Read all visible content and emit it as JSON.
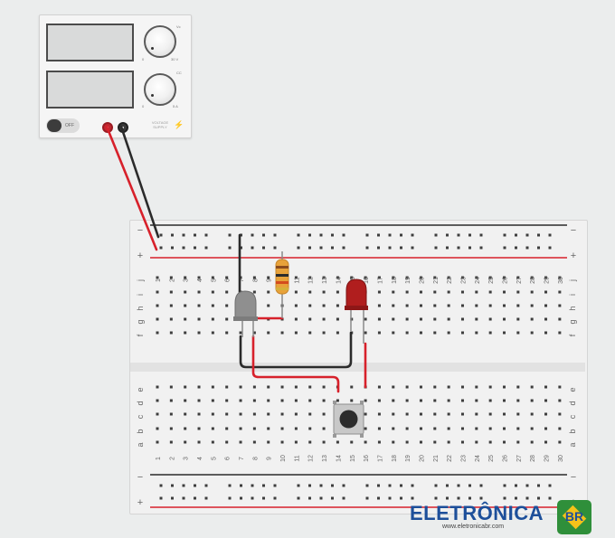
{
  "power_supply": {
    "voltage_label": "Vc",
    "current_label": "CC",
    "voltage_min": "0",
    "voltage_max": "30 V",
    "current_min": "0",
    "current_max": "5 A",
    "switch_label": "OFF",
    "brand_label": "VOLTAGE SUPPLY",
    "power_state": "off"
  },
  "breadboard": {
    "rail_minus": "−",
    "rail_plus": "+",
    "column_numbers": [
      "1",
      "2",
      "3",
      "4",
      "5",
      "6",
      "7",
      "8",
      "9",
      "10",
      "11",
      "12",
      "13",
      "14",
      "15",
      "16",
      "17",
      "18",
      "19",
      "20",
      "21",
      "22",
      "23",
      "24",
      "25",
      "26",
      "27",
      "28",
      "29",
      "30"
    ],
    "top_row_letters": [
      "j",
      "i",
      "h",
      "g",
      "f"
    ],
    "bottom_row_letters": [
      "e",
      "d",
      "c",
      "b",
      "a"
    ]
  },
  "components": {
    "led_left": {
      "name": "LED",
      "color": "#8f8f8f"
    },
    "led_right": {
      "name": "LED",
      "color": "#b01e1e"
    },
    "resistor": {
      "name": "Resistor",
      "color": "#e8a23a"
    },
    "pushbutton": {
      "name": "Pushbutton"
    }
  },
  "colors": {
    "wire_red": "#d7212b",
    "wire_black": "#2b2b2b",
    "rail_red": "#d7212b",
    "rail_black": "#2b2b2b"
  },
  "watermark": {
    "brand": "ELETRÔNICA",
    "logo_text": "BR",
    "url": "www.eletronicabr.com"
  }
}
